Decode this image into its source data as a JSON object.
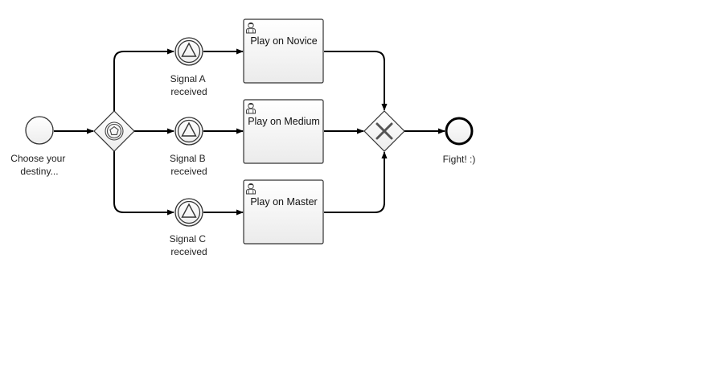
{
  "diagram": {
    "start_event": {
      "label_lines": [
        "Choose your",
        "destiny..."
      ]
    },
    "event_gateway": {
      "icon": "pentagon-event-gateway-icon"
    },
    "signals": [
      {
        "label_lines": [
          "Signal A",
          "received"
        ],
        "icon": "signal-triangle-icon"
      },
      {
        "label_lines": [
          "Signal B",
          "received"
        ],
        "icon": "signal-triangle-icon"
      },
      {
        "label_lines": [
          "Signal C",
          "received"
        ],
        "icon": "signal-triangle-icon"
      }
    ],
    "tasks": [
      {
        "label": "Play on Novice",
        "icon": "user-task-icon"
      },
      {
        "label": "Play on Medium",
        "icon": "user-task-icon"
      },
      {
        "label": "Play on Master",
        "icon": "user-task-icon"
      }
    ],
    "exclusive_gateway": {
      "icon": "x-exclusive-gateway-icon"
    },
    "end_event": {
      "label": "Fight! :)"
    },
    "colors": {
      "stroke": "#000000",
      "task_fill_top": "#ffffff",
      "task_fill_bottom": "#ececec",
      "gateway_fill": "#f4f4f4",
      "x_mark": "#555555"
    }
  }
}
